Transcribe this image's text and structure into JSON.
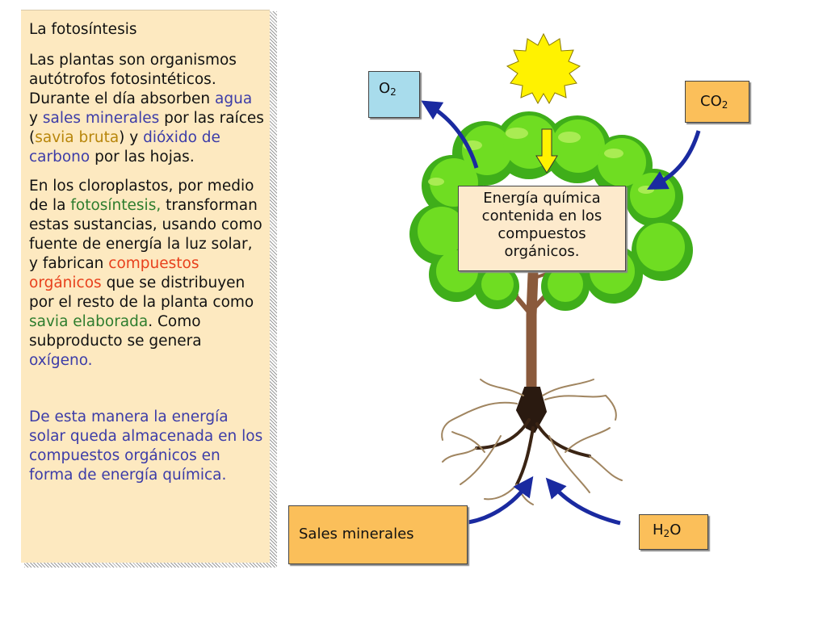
{
  "panel": {
    "title": "La fotosíntesis",
    "p1": {
      "t1": "Las plantas son organismos autótrofos fotosintéticos. Durante el día absorben ",
      "agua": "agua",
      "t2": " y ",
      "sales": "sales minerales",
      "t3": " por las raíces (",
      "savia_bruta": "savia bruta",
      "t4": ") y ",
      "dioxido": "dióxido de carbono",
      "t5": " por las hojas."
    },
    "p2": {
      "t1": "En los cloroplastos, por medio de la ",
      "fotosintesis": "fotosíntesis,",
      "t2": " transforman estas sustancias, usando como fuente de energía la luz solar,  y fabrican ",
      "compuestos": "compuestos orgánicos",
      "t3": " que se distribuyen por el resto de la planta como ",
      "savia_elaborada": "savia elaborada",
      "t4": ". Como subproducto se genera ",
      "oxigeno": "oxígeno."
    },
    "p3": "De esta manera la energía solar queda almacenada en los compuestos orgánicos en forma de energía química."
  },
  "diagram": {
    "o2": {
      "base": "O",
      "sub": "2"
    },
    "co2": {
      "base": "CO",
      "sub": "2"
    },
    "energy": "Energía química contenida en los compuestos orgánicos.",
    "sales": "Sales minerales",
    "h2o": {
      "pre": "H",
      "sub": "2",
      "post": "O"
    }
  },
  "colors": {
    "panel_bg": "#fde9c0",
    "blue_text": "#3c3ca8",
    "green_text": "#2e7d2e",
    "red_text": "#e8401c",
    "box_orange": "#fbbf5a",
    "box_blue": "#a8dcec",
    "arrow": "#1a2aa0",
    "sun": "#fff200",
    "leaves": "#66d61c"
  }
}
